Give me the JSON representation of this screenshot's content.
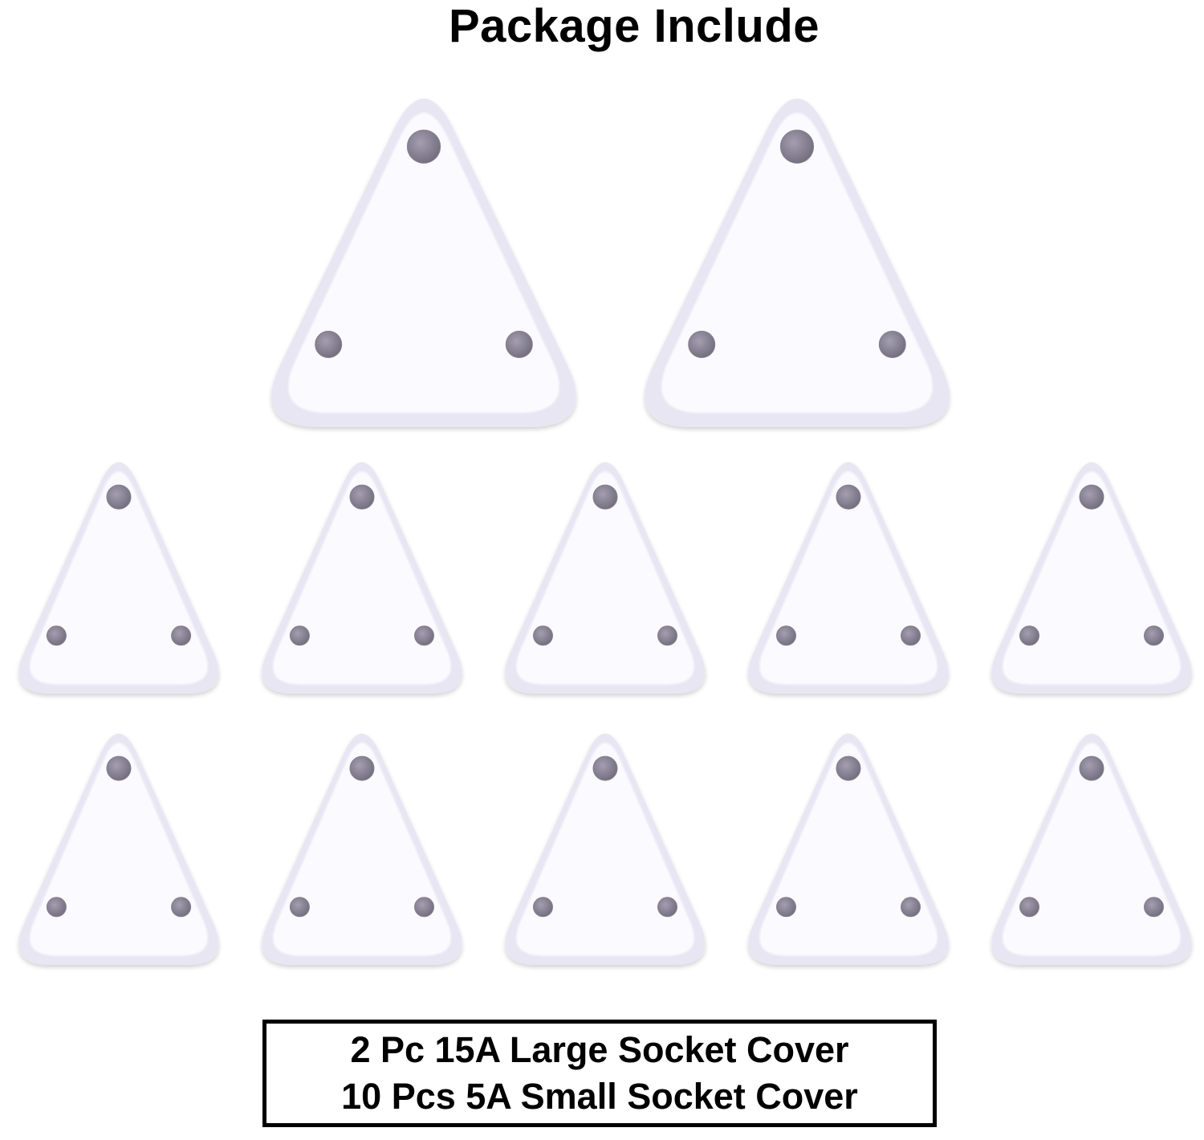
{
  "heading": "Package Include",
  "caption": {
    "line1": "2 Pc 15A Large Socket Cover",
    "line2": "10 Pcs 5A Small Socket Cover"
  },
  "colors": {
    "background": "#ffffff",
    "cover_fill": "#fbfaff",
    "cover_rim": "#e9e6f3",
    "hole": "#85808f",
    "text": "#000000"
  },
  "items": {
    "large_socket_covers": 2,
    "small_socket_covers": 10
  }
}
